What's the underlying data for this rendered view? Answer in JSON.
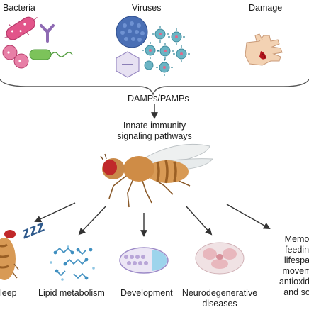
{
  "sources": {
    "bacteria": "Bacteria",
    "viruses": "Viruses",
    "damage": "Damage"
  },
  "signal": "DAMPs/PAMPs",
  "pathway": {
    "line1": "Innate immunity",
    "line2": "signaling pathways"
  },
  "outcomes": {
    "sleep": "leep",
    "lipid": "Lipid metabolism",
    "development": "Development",
    "neuro_line1": "Neurodegenerative",
    "neuro_line2": "diseases",
    "other_lines": [
      "Memo",
      "feedin",
      "lifespa",
      "movem",
      "antioxida",
      "and so"
    ]
  },
  "sleep_symbol": "zzz",
  "colors": {
    "bacteria_pink": "#e2558a",
    "bacteria_green": "#7cc35a",
    "antibody_purple": "#8e6ab3",
    "virus_blue": "#4a6fb5",
    "virus_teal": "#6bb4c4",
    "fly_body": "#d89a55",
    "fly_eye": "#c0282a",
    "lipid_blue": "#3f8fc0",
    "dev_purple": "#b9a6d8",
    "neuro_pink": "#e8b7bd"
  }
}
